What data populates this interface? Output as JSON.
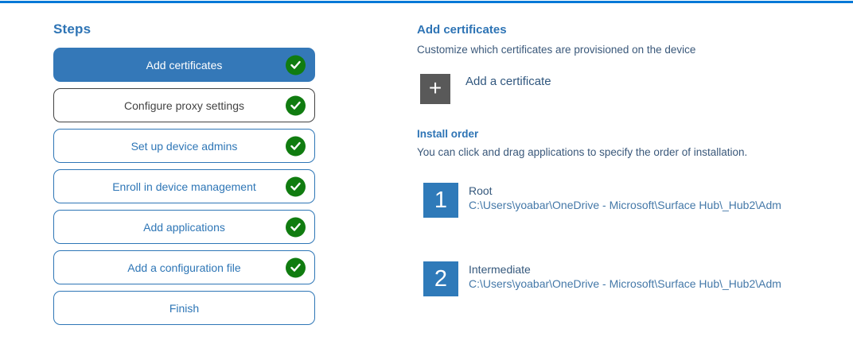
{
  "colors": {
    "top_rule": "#0078D7",
    "accent_blue": "#2E74B5",
    "selected_step_bg": "#3478B8",
    "check_green": "#107C10",
    "plus_button_gray": "#595959",
    "body_text_navy": "#3A587A",
    "path_text_blue": "#4478A8"
  },
  "sidebar": {
    "title": "Steps",
    "steps": [
      {
        "label": "Add certificates",
        "state": "selected",
        "completed": true
      },
      {
        "label": "Configure proxy settings",
        "state": "dark",
        "completed": true
      },
      {
        "label": "Set up device admins",
        "state": "default",
        "completed": true
      },
      {
        "label": "Enroll in device management",
        "state": "default",
        "completed": true
      },
      {
        "label": "Add applications",
        "state": "default",
        "completed": true
      },
      {
        "label": "Add a configuration file",
        "state": "default",
        "completed": true
      },
      {
        "label": "Finish",
        "state": "default",
        "completed": false
      }
    ]
  },
  "main": {
    "title": "Add certificates",
    "subtitle": "Customize which certificates are provisioned on the device",
    "add_certificate": {
      "icon": "plus-icon",
      "plus_glyph": "+",
      "label": "Add a certificate"
    },
    "install_order": {
      "title": "Install order",
      "description": "You can click and drag applications to specify the order of installation.",
      "items": [
        {
          "number": "1",
          "name": "Root",
          "path": "C:\\Users\\yoabar\\OneDrive - Microsoft\\Surface Hub\\_Hub2\\Adm"
        },
        {
          "number": "2",
          "name": "Intermediate",
          "path": "C:\\Users\\yoabar\\OneDrive - Microsoft\\Surface Hub\\_Hub2\\Adm"
        }
      ]
    }
  }
}
